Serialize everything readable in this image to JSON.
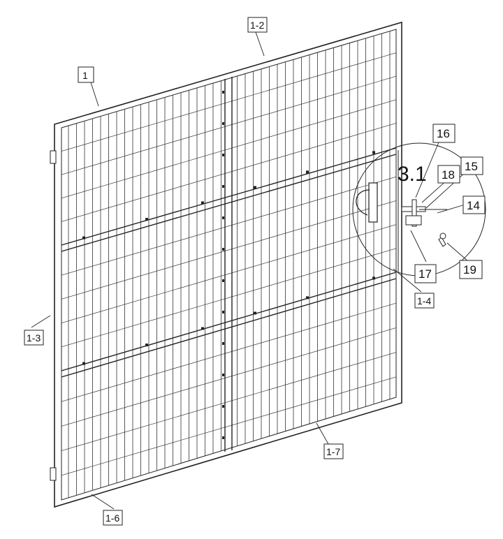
{
  "labels": {
    "l1": "1",
    "l1_2": "1-2",
    "l1_3": "1-3",
    "l1_4": "1-4",
    "l1_6": "1-6",
    "l1_7": "1-7",
    "l14": "14",
    "l15": "15",
    "l16": "16",
    "l17": "17",
    "l18": "18",
    "l19": "19",
    "detail": "3.1"
  }
}
